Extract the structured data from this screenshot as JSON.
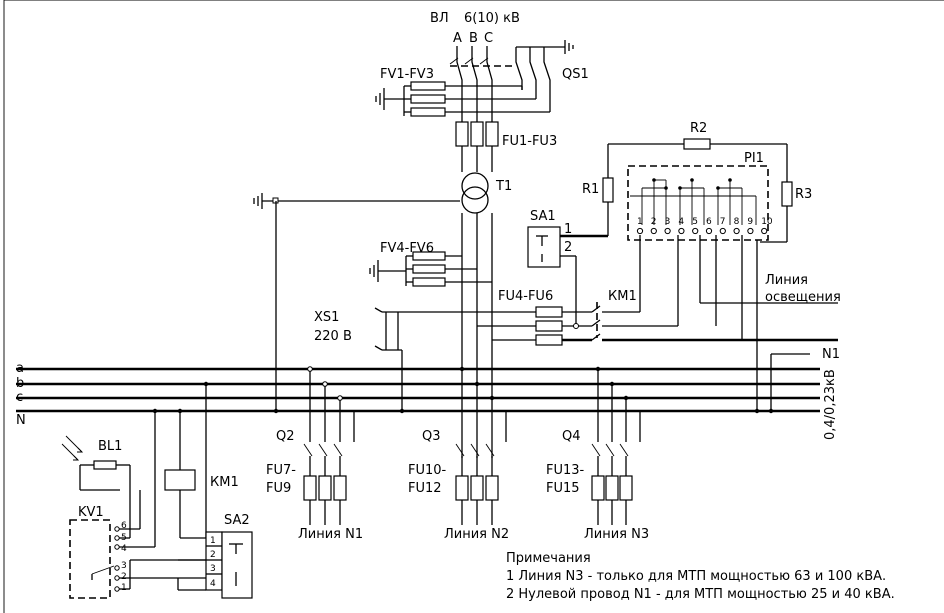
{
  "labels": {
    "vl": "ВЛ",
    "voltage": "6(10) кВ",
    "phase_a": "A",
    "phase_b": "B",
    "phase_c": "C",
    "fv1_fv3": "FV1-FV3",
    "qs1": "QS1",
    "fu1_fu3": "FU1-FU3",
    "t1": "T1",
    "r1": "R1",
    "r2": "R2",
    "r3": "R3",
    "pi1": "PI1",
    "sa1": "SA1",
    "sa1_pin1": "1",
    "sa1_pin2": "2",
    "fv4_fv6": "FV4-FV6",
    "fu4_fu6": "FU4-FU6",
    "km1_top": "КМ1",
    "xs1": "XS1",
    "v220": "220 В",
    "lighting_1": "Линия",
    "lighting_2": "освещения",
    "n1_right": "N1",
    "bus_a": "a",
    "bus_b": "b",
    "bus_c": "c",
    "bus_n": "N",
    "bus_voltage": "0,4/0,23кВ",
    "q2": "Q2",
    "q3": "Q3",
    "q4": "Q4",
    "fu7_a": "FU7-",
    "fu7_b": "FU9",
    "fu10_a": "FU10-",
    "fu10_b": "FU12",
    "fu13_a": "FU13-",
    "fu13_b": "FU15",
    "line_n1": "Линия  N1",
    "line_n2": "Линия  N2",
    "line_n3": "Линия  N3",
    "bl1": "BL1",
    "km1_coil": "КМ1",
    "kv1": "KV1",
    "sa2": "SA2",
    "sa2_pin1": "1",
    "sa2_pin2": "2",
    "sa2_pin3": "3",
    "sa2_pin4": "4",
    "kv1_pin6": "6",
    "kv1_pin5": "5",
    "kv1_pin4": "4",
    "kv1_pin3": "3",
    "kv1_pin2": "2",
    "kv1_pin1": "1",
    "notes_title": "Примечания",
    "note_1": "1 Линия N3 - только для МТП мощностью 63 и 100 кВА.",
    "note_2": "2 Нулевой провод  N1 - для МТП мощностью 25 и 40 кВА."
  },
  "meter_terminals": [
    "1",
    "2",
    "3",
    "4",
    "5",
    "6",
    "7",
    "8",
    "9",
    "10"
  ]
}
